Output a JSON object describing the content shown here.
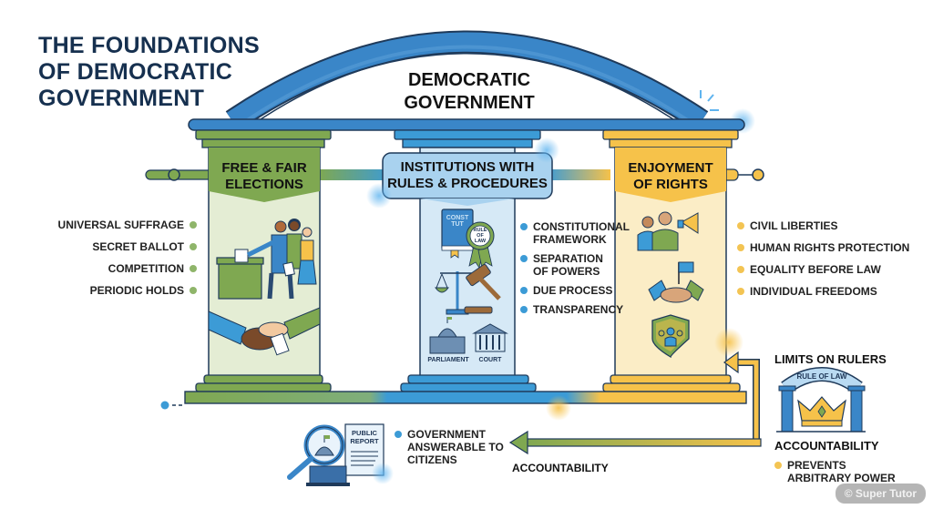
{
  "title": "THE FOUNDATIONS\nOF DEMOCRATIC\nGOVERNMENT",
  "roof": {
    "label": "DEMOCRATIC\nGOVERNMENT"
  },
  "colors": {
    "navy": "#16304f",
    "roof_blue": "#3a86c8",
    "green": "#7fa851",
    "green_light": "#e4edd4",
    "blue": "#3c9bd6",
    "blue_light": "#d6e9f6",
    "yellow": "#f6c24a",
    "yellow_light": "#fbedc6",
    "dot_green": "#8fb56a",
    "dot_blue": "#3c9bd6",
    "dot_yellow": "#f3c453"
  },
  "pillars": [
    {
      "id": "elections",
      "heading": "FREE & FAIR\nELECTIONS",
      "icons": [
        "ballot-box-voters-icon",
        "handshake-ballot-icon"
      ],
      "points": [
        "UNIVERSAL SUFFRAGE",
        "SECRET BALLOT",
        "COMPETITION",
        "PERIODIC HOLDS"
      ]
    },
    {
      "id": "institutions",
      "heading": "INSTITUTIONS WITH\nRULES & PROCEDURES",
      "icons": [
        "constitution-book-icon",
        "rule-of-law-seal-icon",
        "scales-gavel-icon",
        "parliament-icon",
        "court-icon"
      ],
      "book_label": "CONST\nTUT",
      "seal_label": "RULE\nOF\nLAW",
      "building_labels": [
        "PARLIAMENT",
        "COURT"
      ],
      "points": [
        "CONSTITUTIONAL\nFRAMEWORK",
        "SEPARATION\nOF POWERS",
        "DUE PROCESS",
        "TRANSPARENCY"
      ]
    },
    {
      "id": "rights",
      "heading": "ENJOYMENT\nOF RIGHTS",
      "icons": [
        "people-megaphone-icon",
        "handshake-flag-icon",
        "shield-people-icon"
      ],
      "points": [
        "CIVIL LIBERTIES",
        "HUMAN RIGHTS PROTECTION",
        "EQUALITY BEFORE LAW",
        "INDIVIDUAL FREEDOMS"
      ]
    }
  ],
  "limits": {
    "heading": "LIMITS ON RULERS",
    "arch_label": "RULE OF LAW",
    "sub_heading": "ACCOUNTABILITY",
    "points": [
      "PREVENTS\nARBITRARY POWER"
    ]
  },
  "accountability": {
    "report_label": "PUBLIC\nREPORT",
    "point": "GOVERNMENT\nANSWERABLE TO\nCITIZENS",
    "arrow_label": "ACCOUNTABILITY"
  },
  "watermark": "© Super Tutor"
}
